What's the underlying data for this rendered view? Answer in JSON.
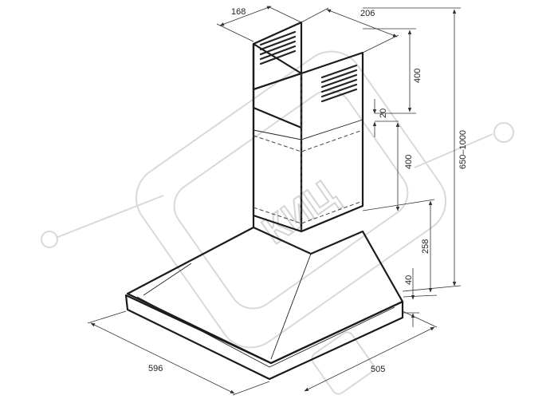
{
  "dimensions": {
    "top_depth": "168",
    "top_width": "206",
    "upper_height": "400",
    "overlap": "20",
    "lower_height": "400",
    "total_height": "650–1000",
    "canopy_height": "258",
    "rim_height": "40",
    "base_width": "596",
    "base_depth": "505"
  },
  "watermark": {
    "text": "КИЦ"
  }
}
